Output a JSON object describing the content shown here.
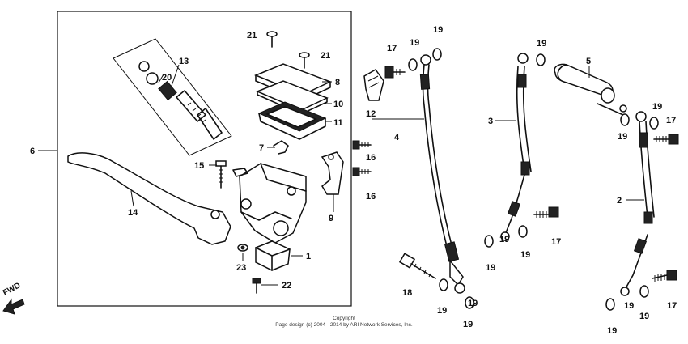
{
  "labels": {
    "l1": "1",
    "l2": "2",
    "l3": "3",
    "l4": "4",
    "l5": "5",
    "l6": "6",
    "l7": "7",
    "l8": "8",
    "l9": "9",
    "l10": "10",
    "l11": "11",
    "l12": "12",
    "l13": "13",
    "l14": "14",
    "l15": "15",
    "l16a": "16",
    "l16b": "16",
    "l17a": "17",
    "l17b": "17",
    "l17c": "17",
    "l17d": "17",
    "l18": "18",
    "l19a": "19",
    "l19b": "19",
    "l19c": "19",
    "l19d": "19",
    "l19e": "19",
    "l19f": "19",
    "l19g": "19",
    "l19h": "19",
    "l19i": "19",
    "l19j": "19",
    "l19k": "19",
    "l19l": "19",
    "l19m": "19",
    "l19n": "19",
    "l20": "20",
    "l21a": "21",
    "l21b": "21",
    "l22": "22",
    "l23": "23"
  },
  "fwd_label": "FWD",
  "copyright": {
    "line1": "Copyright",
    "line2": "Page design (c) 2004 - 2014 by ARI Network Services, Inc."
  }
}
